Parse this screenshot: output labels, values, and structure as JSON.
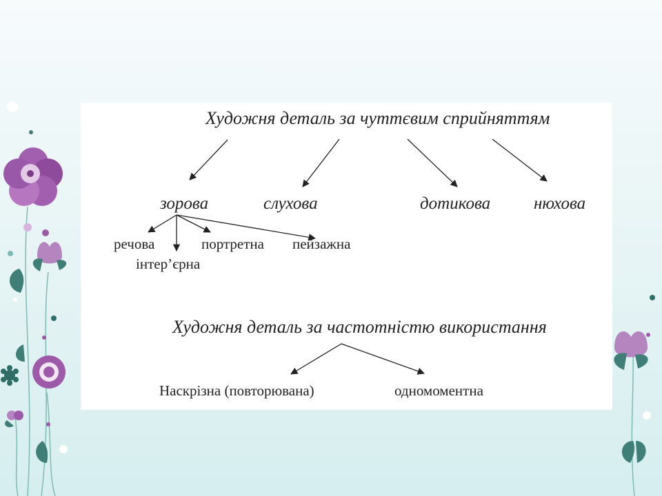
{
  "diagram1": {
    "title": "Художня деталь за чуттєвим сприйняттям",
    "categories": [
      "зорова",
      "слухова",
      "дотикова",
      "нюхова"
    ],
    "subtypes": [
      "речова",
      "інтер’єрна",
      "портретна",
      "пейзажна"
    ]
  },
  "diagram2": {
    "title": "Художня деталь за частотністю використання",
    "categories": [
      "Наскрізна (повторювана)",
      "одномоментна"
    ]
  },
  "colors": {
    "flower_primary": "#9b5aa6",
    "flower_light": "#d9b8e0",
    "leaf": "#3f7f78",
    "text": "#222222"
  }
}
